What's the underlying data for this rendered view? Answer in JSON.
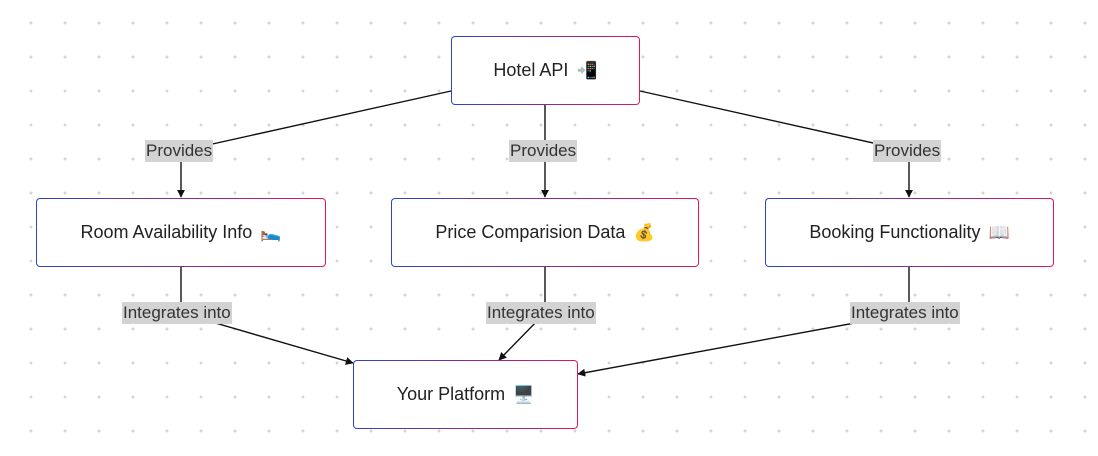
{
  "nodes": {
    "hotel_api": {
      "label": "Hotel API",
      "emoji": "📲"
    },
    "room_availability": {
      "label": "Room Availability Info",
      "emoji": "🛌"
    },
    "price_comparison": {
      "label": "Price Comparision Data",
      "emoji": "💰"
    },
    "booking": {
      "label": "Booking Functionality",
      "emoji": "📖"
    },
    "platform": {
      "label": "Your Platform",
      "emoji": "🖥️"
    }
  },
  "edges": [
    {
      "from": "Hotel API",
      "to": "Room Availability Info",
      "label": "Provides"
    },
    {
      "from": "Hotel API",
      "to": "Price Comparision Data",
      "label": "Provides"
    },
    {
      "from": "Hotel API",
      "to": "Booking Functionality",
      "label": "Provides"
    },
    {
      "from": "Room Availability Info",
      "to": "Your Platform",
      "label": "Integrates into"
    },
    {
      "from": "Price Comparision Data",
      "to": "Your Platform",
      "label": "Integrates into"
    },
    {
      "from": "Booking Functionality",
      "to": "Your Platform",
      "label": "Integrates into"
    }
  ],
  "colors": {
    "node_border_start": "#2b44c9",
    "node_border_end": "#e3165b",
    "edge_label_bg": "#d3d3d3",
    "edge_line": "#111111"
  }
}
